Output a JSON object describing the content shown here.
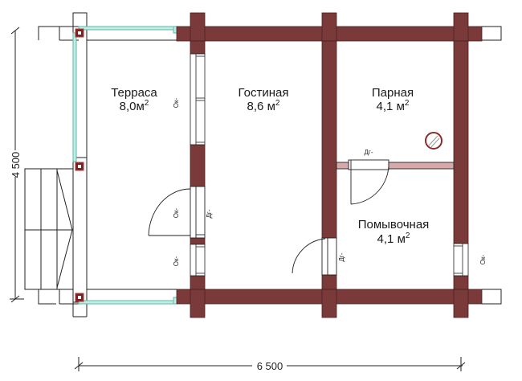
{
  "plan": {
    "colors": {
      "wall": "#7b3a3a",
      "wall_stroke": "#4a2020",
      "partition": "#d9a9a9",
      "railing": "#8fd8c8",
      "line": "#222222",
      "background": "#ffffff"
    },
    "rooms": [
      {
        "id": "terrace",
        "name": "Терраса",
        "area": "8,0м",
        "sup": "2"
      },
      {
        "id": "living",
        "name": "Гостиная",
        "area": "8,6 м",
        "sup": "2"
      },
      {
        "id": "steam",
        "name": "Парная",
        "area": "4,1 м",
        "sup": "2"
      },
      {
        "id": "wash",
        "name": "Помывочная",
        "area": "4,1 м",
        "sup": "2"
      }
    ],
    "tags": {
      "window": "Ок-",
      "door": "Дг-"
    },
    "dimensions": {
      "width": "6 500",
      "height": "4 500"
    },
    "symbols": {
      "stove": "stove-icon"
    }
  }
}
